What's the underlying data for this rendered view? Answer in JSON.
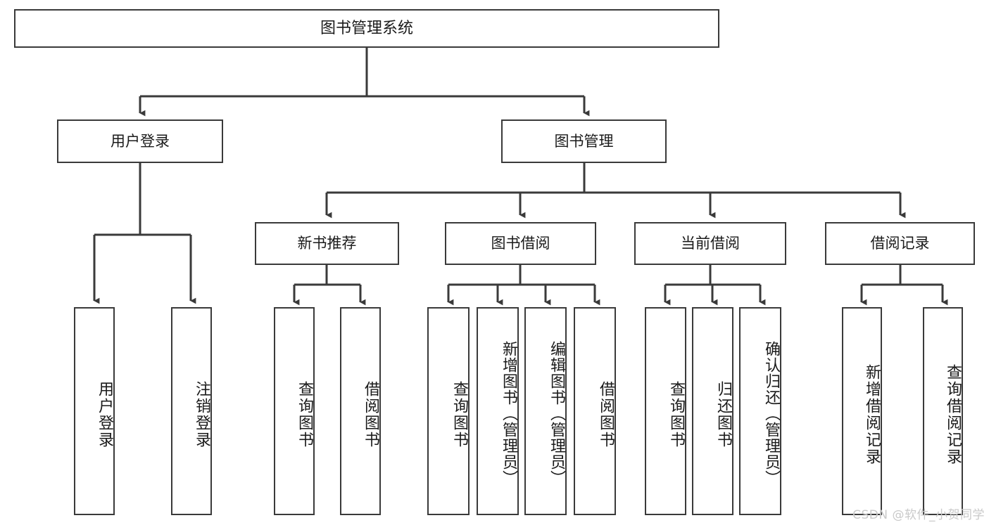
{
  "diagram": {
    "type": "tree-hierarchy-functional-decomposition",
    "root": {
      "id": "root",
      "label": "图书管理系统"
    },
    "level2": [
      {
        "id": "login",
        "label": "用户登录"
      },
      {
        "id": "bookmgmt",
        "label": "图书管理"
      }
    ],
    "level3": [
      {
        "id": "newbook",
        "label": "新书推荐",
        "parent": "bookmgmt"
      },
      {
        "id": "borrow",
        "label": "图书借阅",
        "parent": "bookmgmt"
      },
      {
        "id": "current",
        "label": "当前借阅",
        "parent": "bookmgmt"
      },
      {
        "id": "record",
        "label": "借阅记录",
        "parent": "bookmgmt"
      }
    ],
    "leaves": [
      {
        "id": "leaf1",
        "label": "用户登录",
        "parent": "login"
      },
      {
        "id": "leaf2",
        "label": "注销登录",
        "parent": "login"
      },
      {
        "id": "leaf3",
        "label": "查询图书",
        "parent": "newbook"
      },
      {
        "id": "leaf4",
        "label": "借阅图书",
        "parent": "newbook"
      },
      {
        "id": "leaf5",
        "label": "查询图书",
        "parent": "borrow"
      },
      {
        "id": "leaf6",
        "label": "新增图书（管理员）",
        "parent": "borrow"
      },
      {
        "id": "leaf7",
        "label": "编辑图书（管理员）",
        "parent": "borrow"
      },
      {
        "id": "leaf8",
        "label": "借阅图书",
        "parent": "borrow"
      },
      {
        "id": "leaf9",
        "label": "查询图书",
        "parent": "current"
      },
      {
        "id": "leaf10",
        "label": "归还图书",
        "parent": "current"
      },
      {
        "id": "leaf11",
        "label": "确认归还（管理员）",
        "parent": "current"
      },
      {
        "id": "leaf12",
        "label": "新增借阅记录",
        "parent": "record"
      },
      {
        "id": "leaf13",
        "label": "查询借阅记录",
        "parent": "record"
      }
    ],
    "colors": {
      "stroke": "#3a3a3a",
      "background": "#ffffff",
      "text": "#1a1a1a",
      "watermark": "#c9c9c9"
    }
  },
  "watermark": {
    "text": "CSDN @软件_小贺同学"
  }
}
